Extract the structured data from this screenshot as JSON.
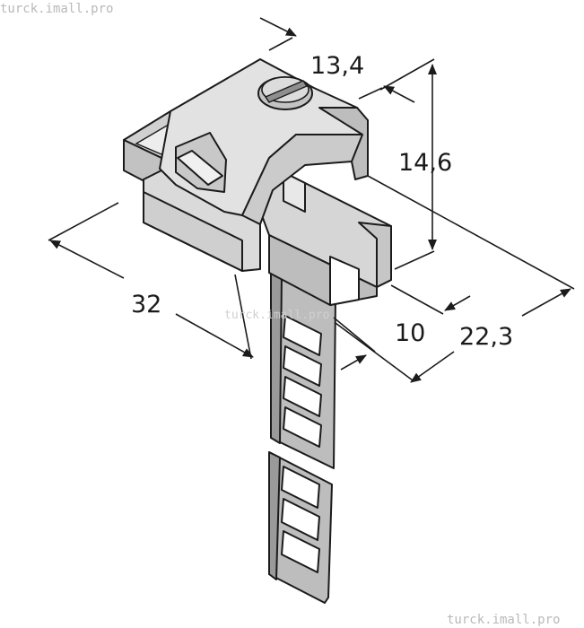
{
  "watermarks": {
    "top_left": "turck.imall.pro",
    "center": "turck.imall.pro",
    "bottom_right": "turck.imall.pro"
  },
  "dimensions": {
    "width_top": "13,4",
    "height": "14,6",
    "length": "32",
    "rail_width": "10",
    "depth": "22,3"
  },
  "colors": {
    "body_light": "#e4e4e4",
    "body_mid": "#cfcfcf",
    "body_dark": "#a9a9a9",
    "strap": "#bdbdbd",
    "outline": "#1b1b1b"
  }
}
